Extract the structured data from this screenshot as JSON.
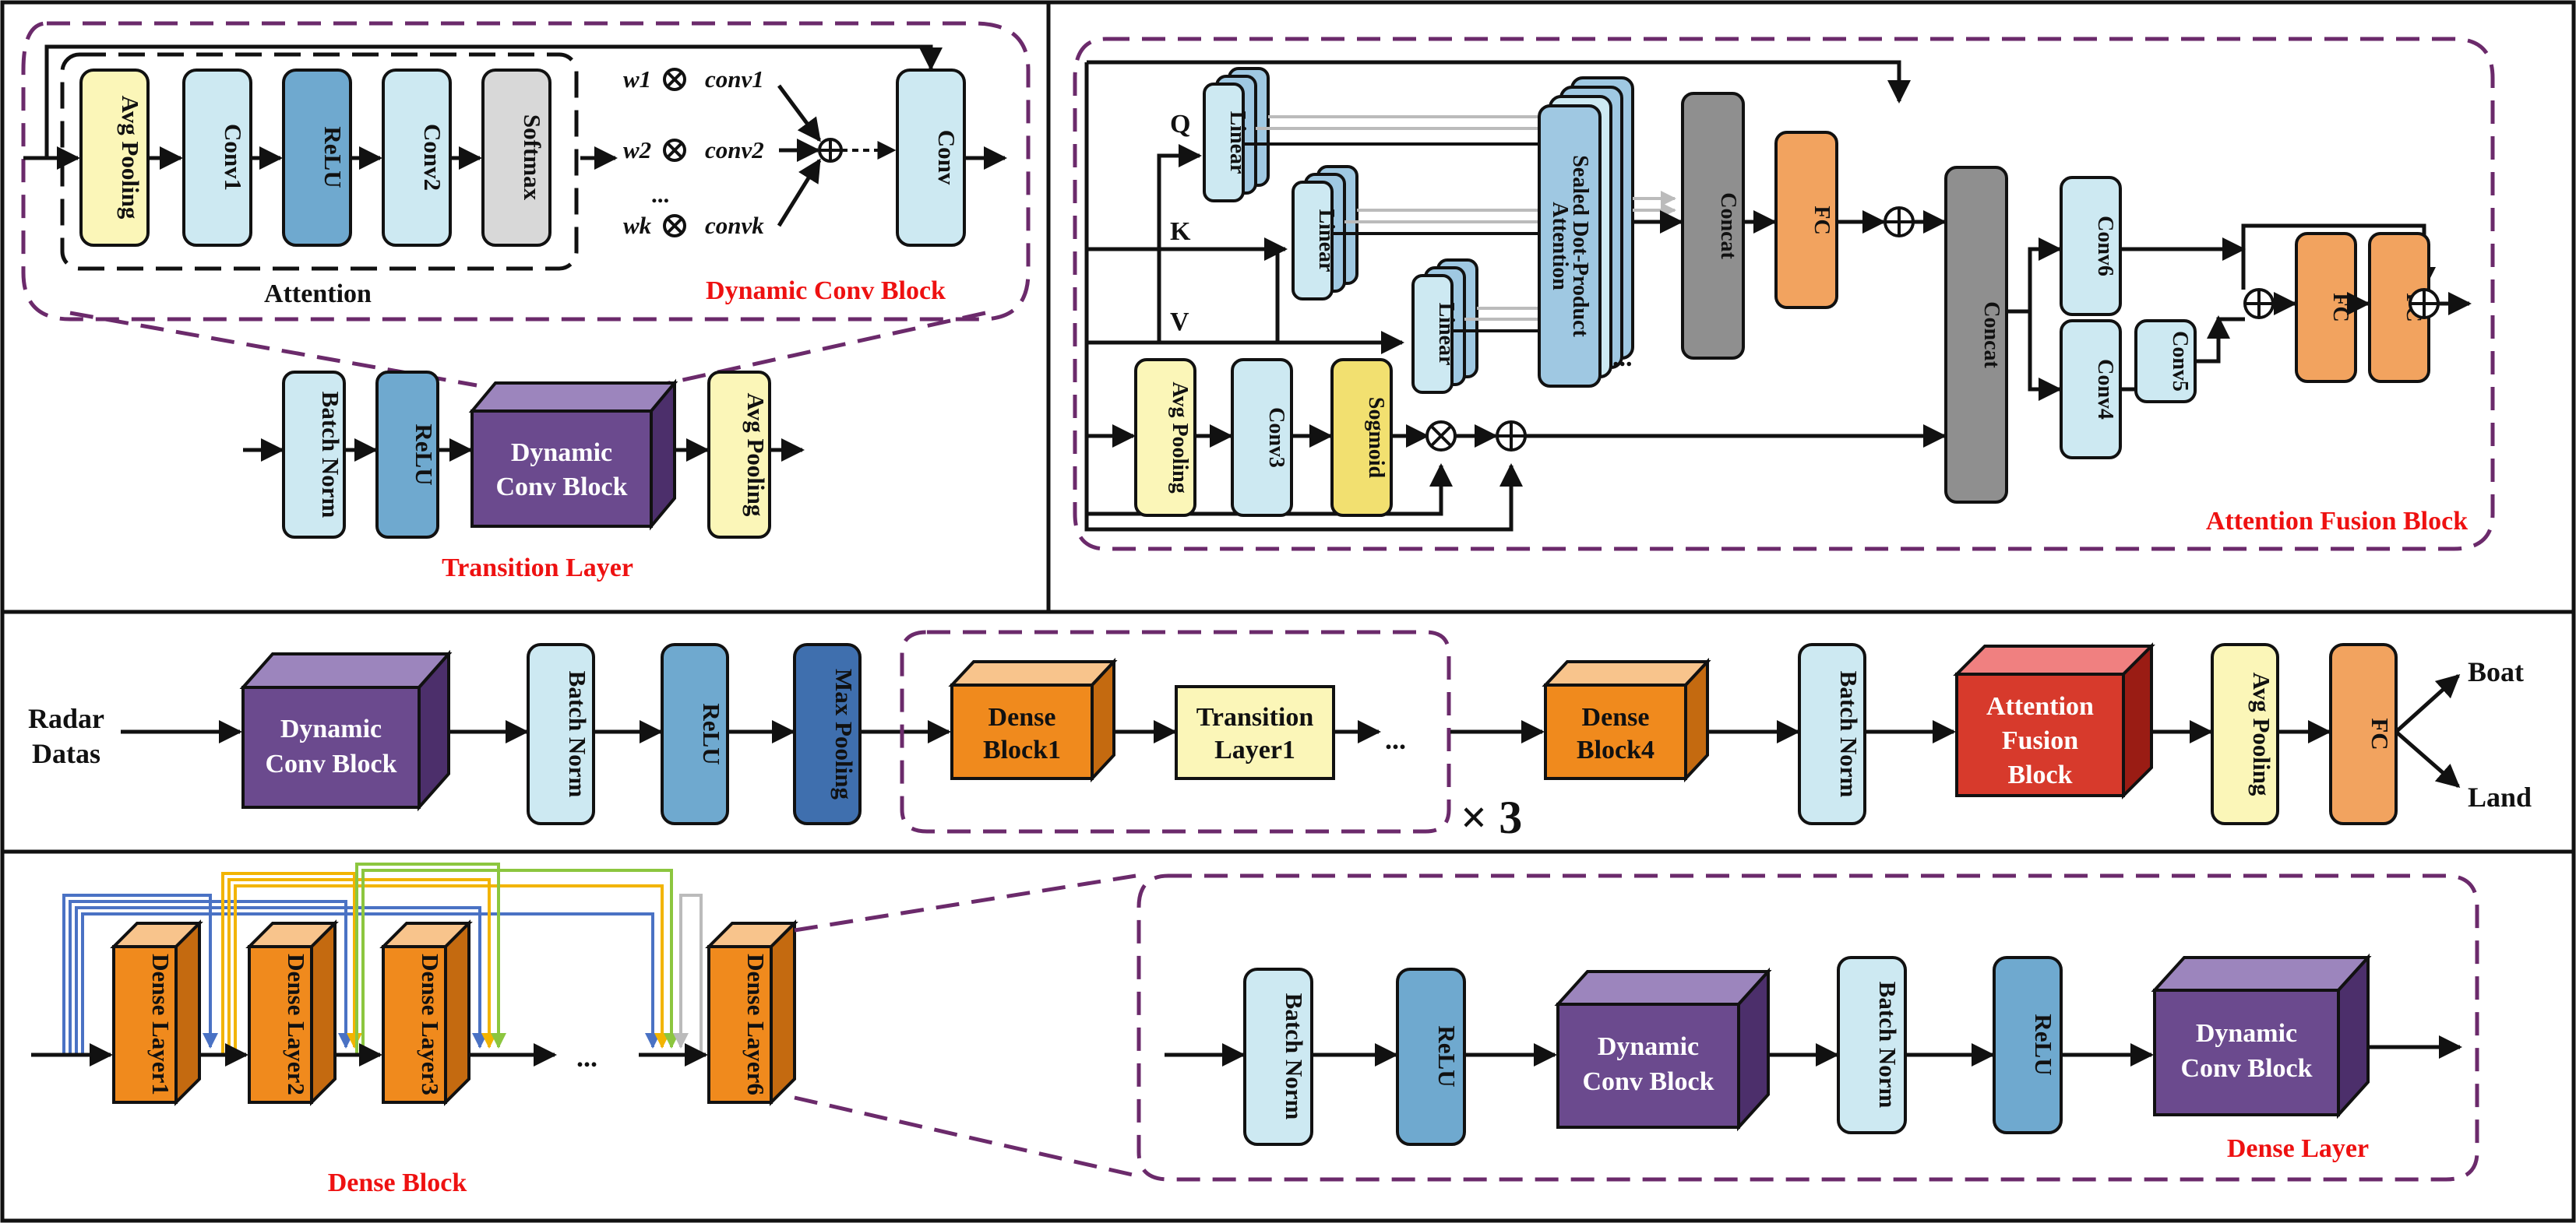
{
  "dynamic_conv_block": {
    "attention_layers": [
      "Avg Pooling",
      "Conv1",
      "ReLU",
      "Conv2",
      "Softmax"
    ],
    "attention_label": "Attention",
    "weights": [
      "w1",
      "w2",
      "wk"
    ],
    "convs": [
      "conv1",
      "conv2",
      "convk"
    ],
    "ellipsis": "...",
    "output_conv": "Conv",
    "title": "Dynamic Conv Block"
  },
  "transition_layer": {
    "layers": [
      "Batch Norm",
      "ReLU",
      "Avg Pooling"
    ],
    "block_line1": "Dynamic",
    "block_line2": "Conv Block",
    "title": "Transition Layer"
  },
  "attention_fusion_block": {
    "q": "Q",
    "k": "K",
    "v": "V",
    "linear": "Linear",
    "sdpa_line1": "Sealed Dot-Product",
    "sdpa_line2": "Attention",
    "concat": "Concat",
    "fc": "FC",
    "avg_pooling": "Avg Pooling",
    "conv3": "Conv3",
    "sigmoid": "Sogmoid",
    "conv4": "Conv4",
    "conv5": "Conv5",
    "conv6": "Conv6",
    "title": "Attention Fusion  Block"
  },
  "main_pipeline": {
    "input_line1": "Radar",
    "input_line2": "Datas",
    "dyn_line1": "Dynamic",
    "dyn_line2": "Conv Block",
    "batch_norm": "Batch Norm",
    "relu": "ReLU",
    "max_pooling": "Max Pooling",
    "dense1_line1": "Dense",
    "dense1_line2": "Block1",
    "trans1_line1": "Transition",
    "trans1_line2": "Layer1",
    "ellipsis": "...",
    "repeat": "× 3",
    "dense4_line1": "Dense",
    "dense4_line2": "Block4",
    "afb_line1": "Attention",
    "afb_line2": "Fusion",
    "afb_line3": "Block",
    "avg_pooling": "Avg Pooling",
    "fc": "FC",
    "out_boat": "Boat",
    "out_land": "Land"
  },
  "dense_block": {
    "layers": [
      "Dense Layer1",
      "Dense Layer2",
      "Dense Layer3",
      "Dense Layer6"
    ],
    "ellipsis": "...",
    "title": "Dense Block"
  },
  "dense_layer": {
    "batch_norm": "Batch Norm",
    "relu": "ReLU",
    "dyn_line1": "Dynamic",
    "dyn_line2": "Conv Block",
    "title": "Dense Layer"
  },
  "colors": {
    "light_blue": "#cde9f2",
    "mid_blue": "#6fa9cf",
    "dark_blue": "#3f6fae",
    "purple": "#6b4a8e",
    "purple_top": "#9c85bd",
    "purple_side": "#4c2f6b",
    "orange": "#f2a35f",
    "dense_orange": "#f08a1d",
    "yellow": "#fbf6b8",
    "gray": "#8f8f8f",
    "red": "#d73a2c",
    "dashed_purple": "#6b2a6b"
  }
}
